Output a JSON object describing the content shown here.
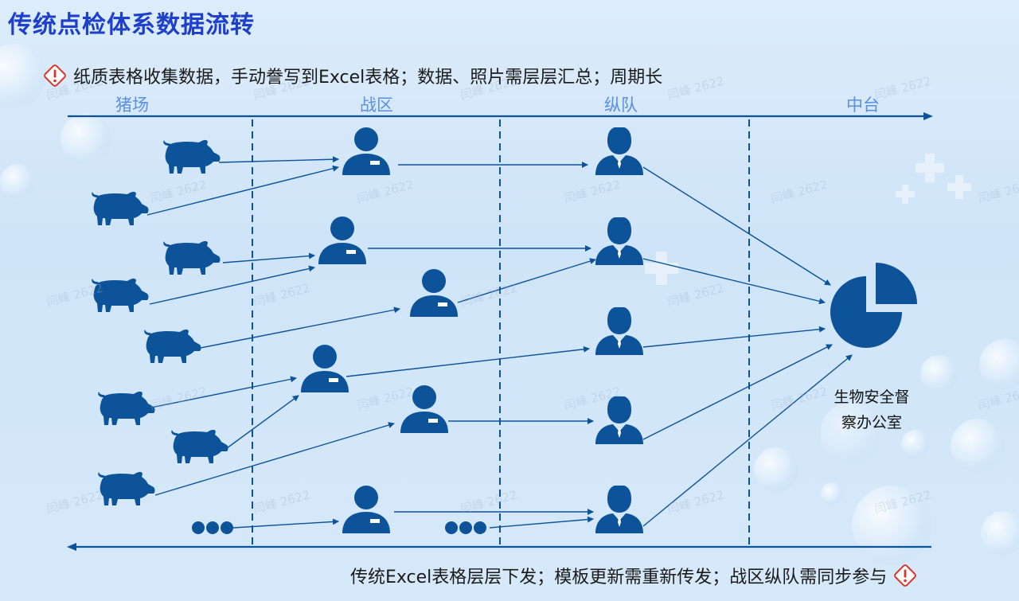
{
  "title": "传统点检体系数据流转",
  "notes": {
    "top": "纸质表格收集数据，手动誊写到Excel表格；数据、照片需层层汇总；周期长",
    "bottom": "传统Excel表格层层下发；模板更新需重新传发；战区纵队需同步参与"
  },
  "columns": [
    "猪场",
    "战区",
    "纵队",
    "中台"
  ],
  "destination": {
    "line1": "生物安全督",
    "line2": "察办公室"
  },
  "colors": {
    "title": "#1d3fc9",
    "accent": "#0c5399",
    "label": "#5a8fe0",
    "warning": "#d9362b"
  },
  "icons": [
    "pig-icon",
    "person-icon",
    "officer-icon",
    "pie-chart-icon",
    "warning-icon",
    "ellipsis-icon"
  ]
}
